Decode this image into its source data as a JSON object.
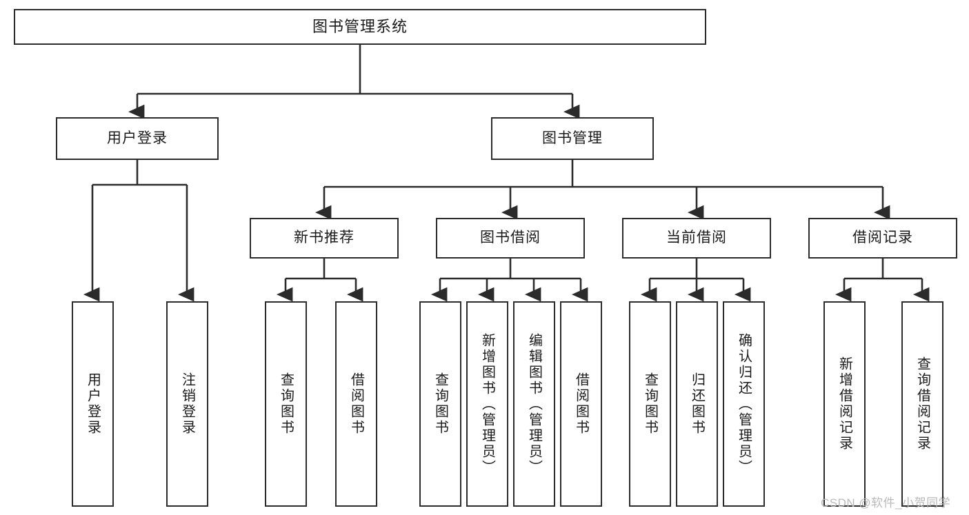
{
  "diagram": {
    "type": "tree",
    "title": "图书管理系统",
    "orientation": "top-down",
    "colors": {
      "box_border": "#2b2b2b",
      "box_fill": "#ffffff",
      "connector": "#2b2b2b",
      "text": "#1a1a1a",
      "watermark": "#b9b9b9",
      "background": "#ffffff"
    },
    "root": {
      "label": "图书管理系统"
    },
    "level1": [
      {
        "label": "用户登录"
      },
      {
        "label": "图书管理"
      }
    ],
    "level2": [
      {
        "label": "新书推荐"
      },
      {
        "label": "图书借阅"
      },
      {
        "label": "当前借阅"
      },
      {
        "label": "借阅记录"
      }
    ],
    "leaves_user_login": [
      {
        "label": "用户登录"
      },
      {
        "label": "注销登录"
      }
    ],
    "leaves_new_book": [
      {
        "label": "查询图书"
      },
      {
        "label": "借阅图书"
      }
    ],
    "leaves_borrow": [
      {
        "label": "查询图书"
      },
      {
        "label": "新增图书（管理员）"
      },
      {
        "label": "编辑图书（管理员）"
      },
      {
        "label": "借阅图书"
      }
    ],
    "leaves_current": [
      {
        "label": "查询图书"
      },
      {
        "label": "归还图书"
      },
      {
        "label": "确认归还（管理员）"
      }
    ],
    "leaves_record": [
      {
        "label": "新增借阅记录"
      },
      {
        "label": "查询借阅记录"
      }
    ]
  },
  "watermark": {
    "text": "CSDN @软件_小贺同学"
  }
}
